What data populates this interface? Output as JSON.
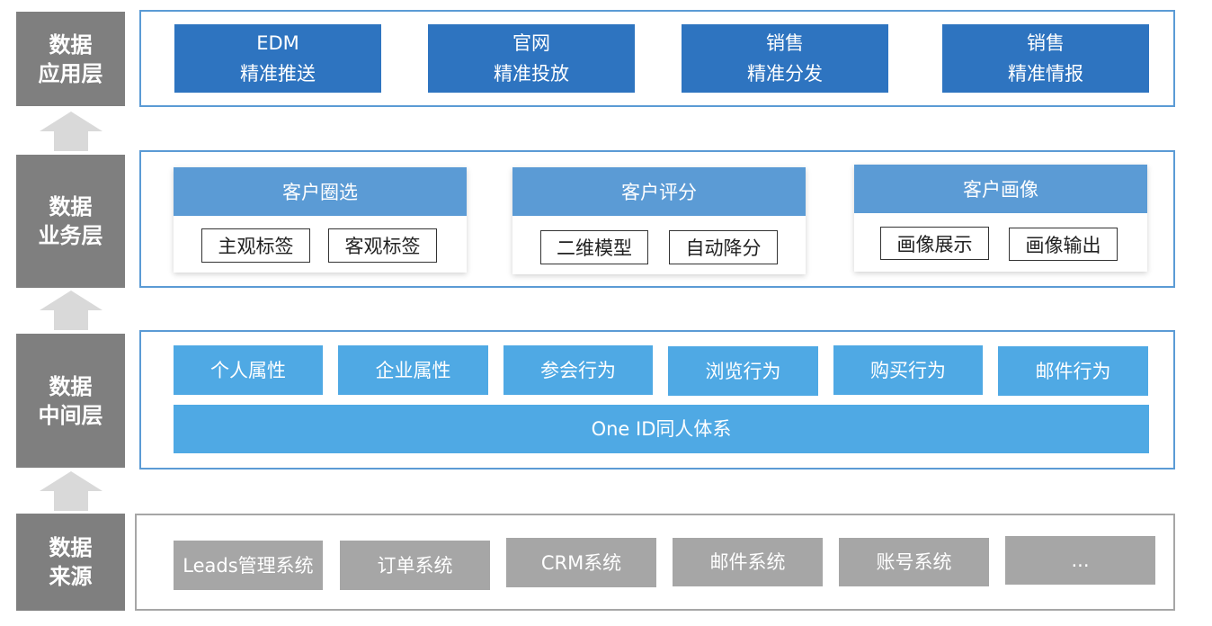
{
  "layers": {
    "application": {
      "label": [
        "数据",
        "应用层"
      ],
      "items": [
        {
          "line1": "EDM",
          "line2": "精准推送"
        },
        {
          "line1": "官网",
          "line2": "精准投放"
        },
        {
          "line1": "销售",
          "line2": "精准分发"
        },
        {
          "line1": "销售",
          "line2": "精准情报"
        }
      ]
    },
    "business": {
      "label": [
        "数据",
        "业务层"
      ],
      "cards": [
        {
          "title": "客户圈选",
          "tags": [
            "主观标签",
            "客观标签"
          ]
        },
        {
          "title": "客户评分",
          "tags": [
            "二维模型",
            "自动降分"
          ]
        },
        {
          "title": "客户画像",
          "tags": [
            "画像展示",
            "画像输出"
          ]
        }
      ]
    },
    "middle": {
      "label": [
        "数据",
        "中间层"
      ],
      "attributes": [
        "个人属性",
        "企业属性",
        "参会行为",
        "浏览行为",
        "购买行为",
        "邮件行为"
      ],
      "one_id": "One ID同人体系"
    },
    "source": {
      "label": [
        "数据",
        "来源"
      ],
      "systems": [
        "Leads管理系统",
        "订单系统",
        "CRM系统",
        "邮件系统",
        "账号系统",
        "..."
      ]
    }
  },
  "colors": {
    "label_bg": "#7f7f7f",
    "panel_border": "#5b9bd5",
    "app_box": "#2e74c0",
    "card_head": "#5b9bd5",
    "middle_box": "#4fa9e4",
    "source_box": "#a6a6a6",
    "arrow": "#d9d9d9"
  }
}
